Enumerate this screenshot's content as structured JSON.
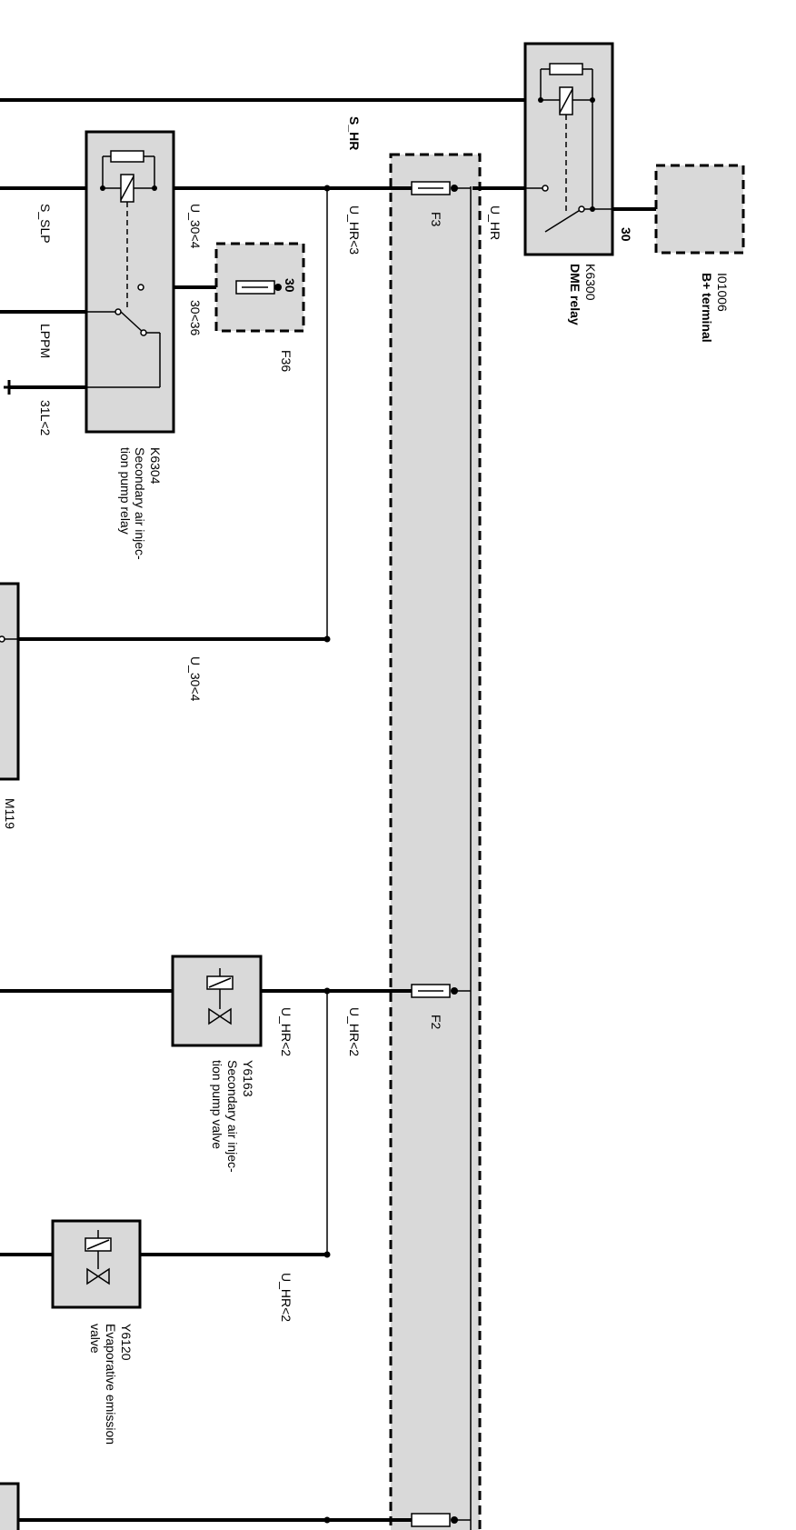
{
  "wires": {
    "s_hr": "S_HR",
    "u_hr_k6300": "U_HR",
    "u_hr_lt3": "U_HR<3",
    "u_30_lt4_a": "U_30<4",
    "u_30_lt4_b": "U_30<4",
    "s_slp": "S_SLP",
    "lppm": "LPPM",
    "t30_lt36": "30<36",
    "t31l_lt2": "31L<2",
    "u_hr_lt2_a": "U_HR<2",
    "u_hr_lt2_b": "U_HR<2",
    "u_hr_lt2_c": "U_HR<2",
    "k6300_pin30": "30"
  },
  "fuses": {
    "f3": "F3",
    "f2": "F2",
    "f36": "F36",
    "f36_pin": "30"
  },
  "components": {
    "k6300": {
      "id": "K6300",
      "name": "DME relay"
    },
    "i01006": {
      "id": "I01006",
      "name": "B+ terminal"
    },
    "k6304": {
      "id": "K6304",
      "name_line1": "Secondary air injec-",
      "name_line2": "tion pump relay"
    },
    "m119": {
      "id": "M119"
    },
    "y6163": {
      "id": "Y6163",
      "name_line1": "Secondary air injec-",
      "name_line2": "tion pump valve"
    },
    "y6120": {
      "id": "Y6120",
      "name_line1": "Evaporative emission",
      "name_line2": "valve"
    }
  }
}
